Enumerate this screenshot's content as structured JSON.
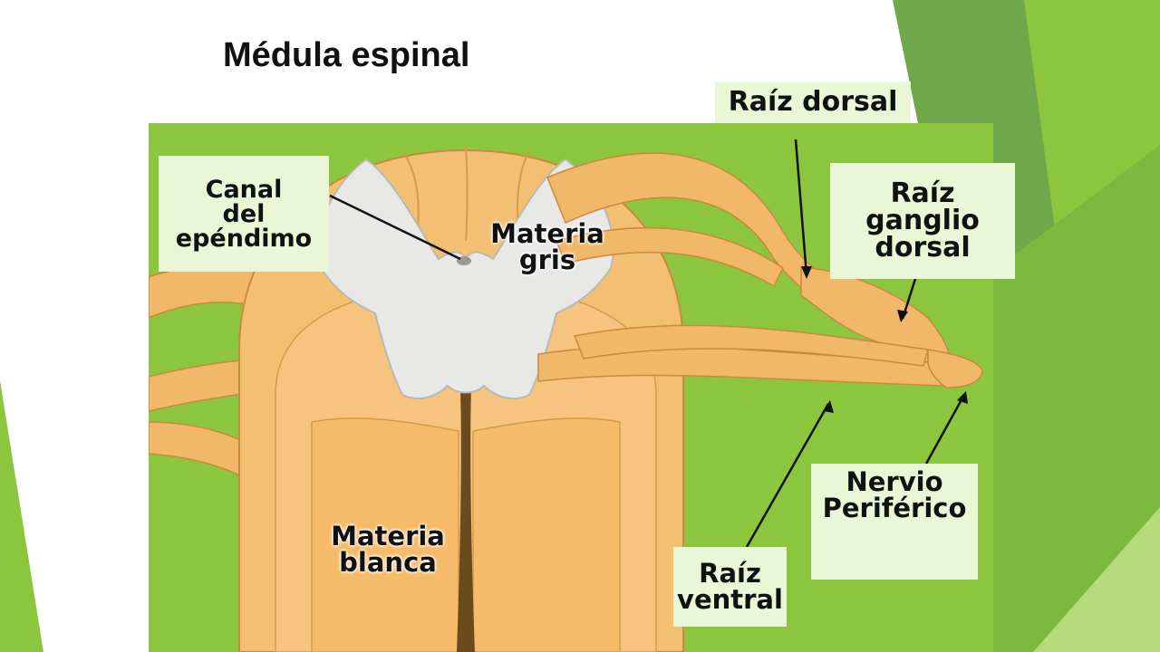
{
  "title": "Médula espinal",
  "colors": {
    "panel_green": "#8cc63f",
    "label_bg": "#e9f7d6",
    "tissue": "#f3bf73",
    "gray_matter": "#e8e8e6",
    "accent_dark_green": "#5a9a38"
  },
  "labels": {
    "canal": {
      "lines": [
        "Canal",
        "del",
        "epéndimo"
      ]
    },
    "materia_gris": {
      "lines": [
        "Materia",
        "gris"
      ]
    },
    "materia_blanca": {
      "lines": [
        "Materia",
        "blanca"
      ]
    },
    "raiz_dorsal": {
      "lines": [
        "Raíz dorsal"
      ]
    },
    "raiz_ganglio": {
      "lines": [
        "Raíz",
        "ganglio",
        "dorsal"
      ]
    },
    "nervio": {
      "lines": [
        "Nervio",
        "Periférico"
      ]
    },
    "raiz_ventral": {
      "lines": [
        "Raíz",
        "ventral"
      ]
    }
  }
}
